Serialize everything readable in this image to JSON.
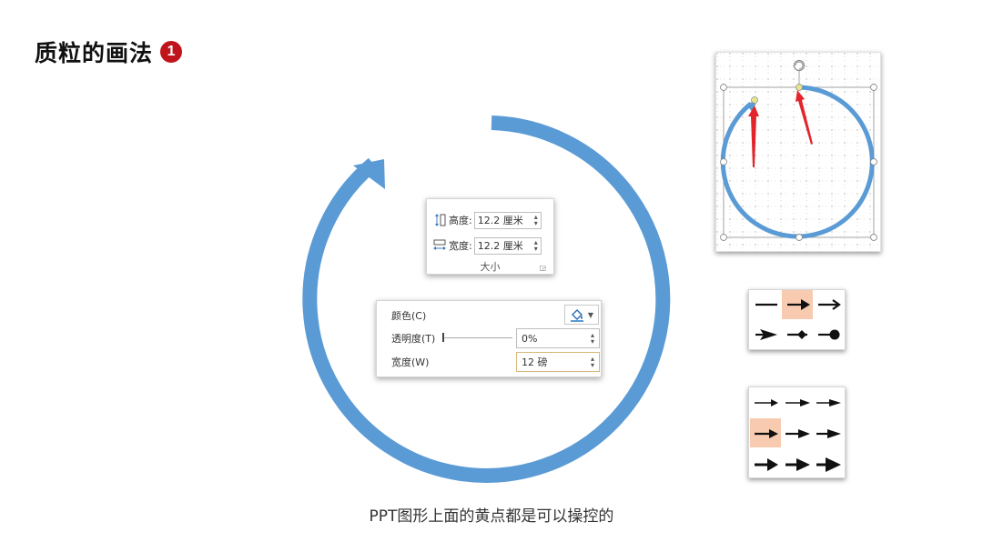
{
  "header": {
    "title": "质粒的画法",
    "badge": "1"
  },
  "colors": {
    "ring": "#5b9bd5",
    "badge": "#c0141c",
    "highlight": "#f8cbb0",
    "handle_yellow": "#e5e58c",
    "red_arrow": "#e3242b"
  },
  "size_panel": {
    "height_label": "高度:",
    "height_value": "12.2 厘米",
    "width_label": "宽度:",
    "width_value": "12.2 厘米",
    "group_label": "大小"
  },
  "line_panel": {
    "color_label": "颜色(C)",
    "transparency_label": "透明度(T)",
    "transparency_value": "0%",
    "width_label": "宽度(W)",
    "width_value": "12 磅"
  },
  "icons": {
    "fill": "paint-bucket-icon",
    "rotate": "rotate-handle-icon",
    "height": "height-size-icon",
    "width": "width-size-icon"
  },
  "caption": "PPT图形上面的黄点都是可以操控的"
}
